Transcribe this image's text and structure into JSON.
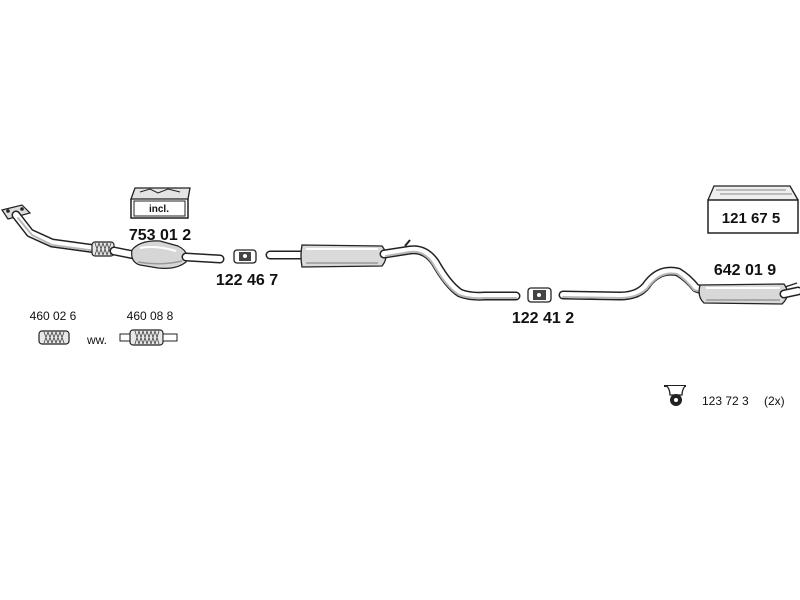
{
  "parts": {
    "kit_box_label": "incl.",
    "kit_number": "753 01 2",
    "front_clamp": "122 46 7",
    "rear_clamp": "122 41 2",
    "mounting_kit": "121 67 5",
    "rear_muffler": "642 01 9",
    "gasket_a": "460 02 6",
    "gasket_or": "ww.",
    "gasket_b": "460 08 8",
    "hanger": "123 72 3",
    "hanger_qty": "(2x)"
  }
}
